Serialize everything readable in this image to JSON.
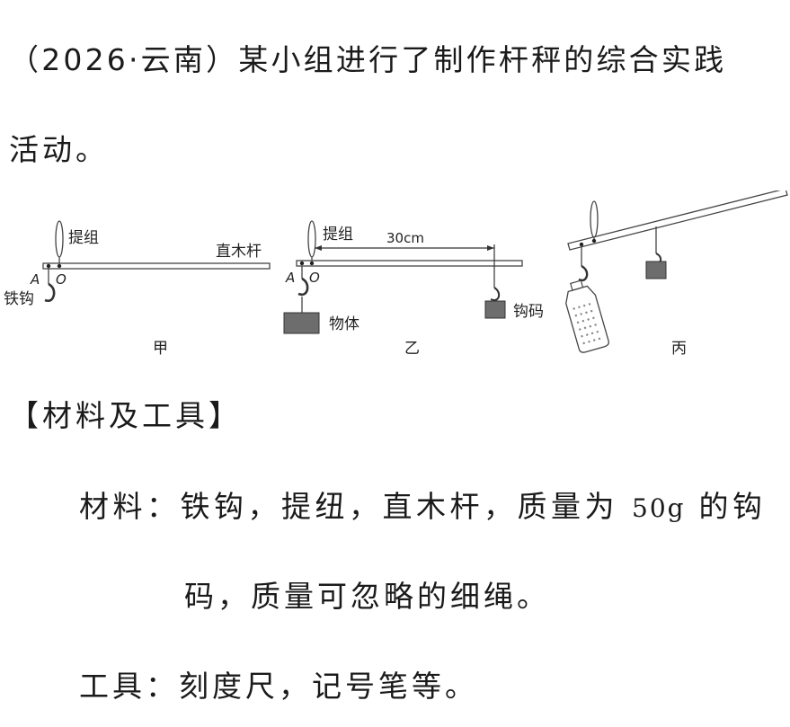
{
  "question": {
    "source": "（2026·云南）",
    "line1_text": "某小组进行了制作杆秤的综合实践",
    "line2_text": "活动。"
  },
  "figure": {
    "jia": {
      "label_tizu": "提组",
      "label_rod": "直木杆",
      "label_A": "A",
      "label_O": "O",
      "label_hook": "铁钩",
      "caption": "甲"
    },
    "yi": {
      "label_tizu": "提组",
      "label_distance": "30cm",
      "label_A": "A",
      "label_O": "O",
      "label_object": "物体",
      "label_weight": "钩码",
      "caption": "乙"
    },
    "bing": {
      "caption": "丙"
    }
  },
  "section": {
    "heading": "【材料及工具】",
    "materials_label": "材料：",
    "materials_text1": "铁钩，提纽，直木杆，质量为 ",
    "materials_mass": "50g",
    "materials_text2": " 的钩",
    "materials_line2": "码，质量可忽略的细绳。",
    "tools_label": "工具：",
    "tools_text": "刻度尺，记号笔等。"
  }
}
